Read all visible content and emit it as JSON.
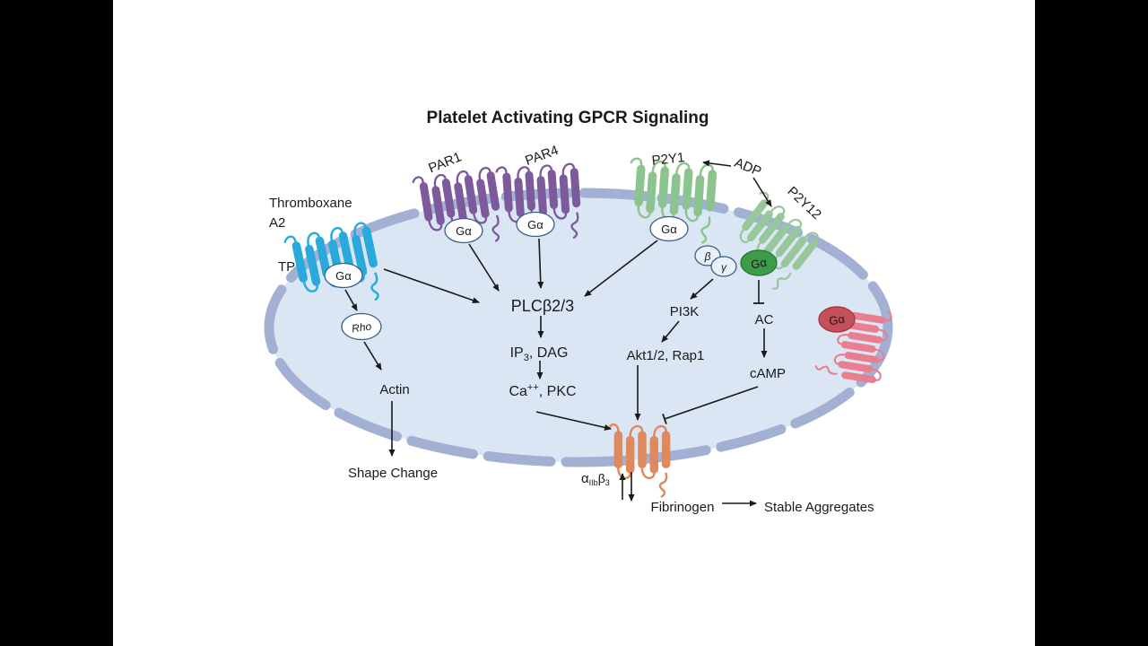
{
  "title": "Platelet Activating GPCR Signaling",
  "colors": {
    "title": "#2878BE",
    "membrane": "#A2B1D3",
    "cytosol": "#DBE6F5",
    "tp_receptor": "#29A9DC",
    "par_receptor": "#7C5A9C",
    "p2y1_receptor": "#8CC48F",
    "p2y12_receptor": "#97C79A",
    "gi_coupled_receptor": "#E87E90",
    "integrin_receptor": "#DE8A5E",
    "ga_green_fill": "#3D9C47",
    "ga_green_stroke": "#2F7A38",
    "ga_red_fill": "#C4505B",
    "ga_red_stroke": "#A93843",
    "oval_stroke": "#3A5F85",
    "arrow": "#1A1A1A"
  },
  "ligands": {
    "thromboxane_line1": "Thromboxane",
    "thromboxane_line2": "A2",
    "adp": "ADP",
    "fibrinogen": "Fibrinogen"
  },
  "receptors": {
    "tp": "TP",
    "par1": "PAR1",
    "par4": "PAR4",
    "p2y1": "P2Y1",
    "p2y12": "P2Y12"
  },
  "g_proteins": {
    "ga": "Gα",
    "beta": "β",
    "gamma": "γ",
    "rho": "Rho"
  },
  "cascade": {
    "plc": "PLCβ2/3",
    "ip3_pre": "IP",
    "ip3_sub": "3",
    "ip3_post": ", DAG",
    "ca_pre": "Ca",
    "ca_sup": "++",
    "ca_post": ", PKC",
    "pi3k": "PI3K",
    "akt": "Akt1/2, Rap1",
    "ac": "AC",
    "camp": "cAMP",
    "actin": "Actin",
    "shape_change": "Shape Change",
    "stable_aggregates": "Stable Aggregates"
  },
  "integrin": {
    "alpha": "α",
    "iib": "IIb",
    "beta": "β",
    "three": "3"
  }
}
